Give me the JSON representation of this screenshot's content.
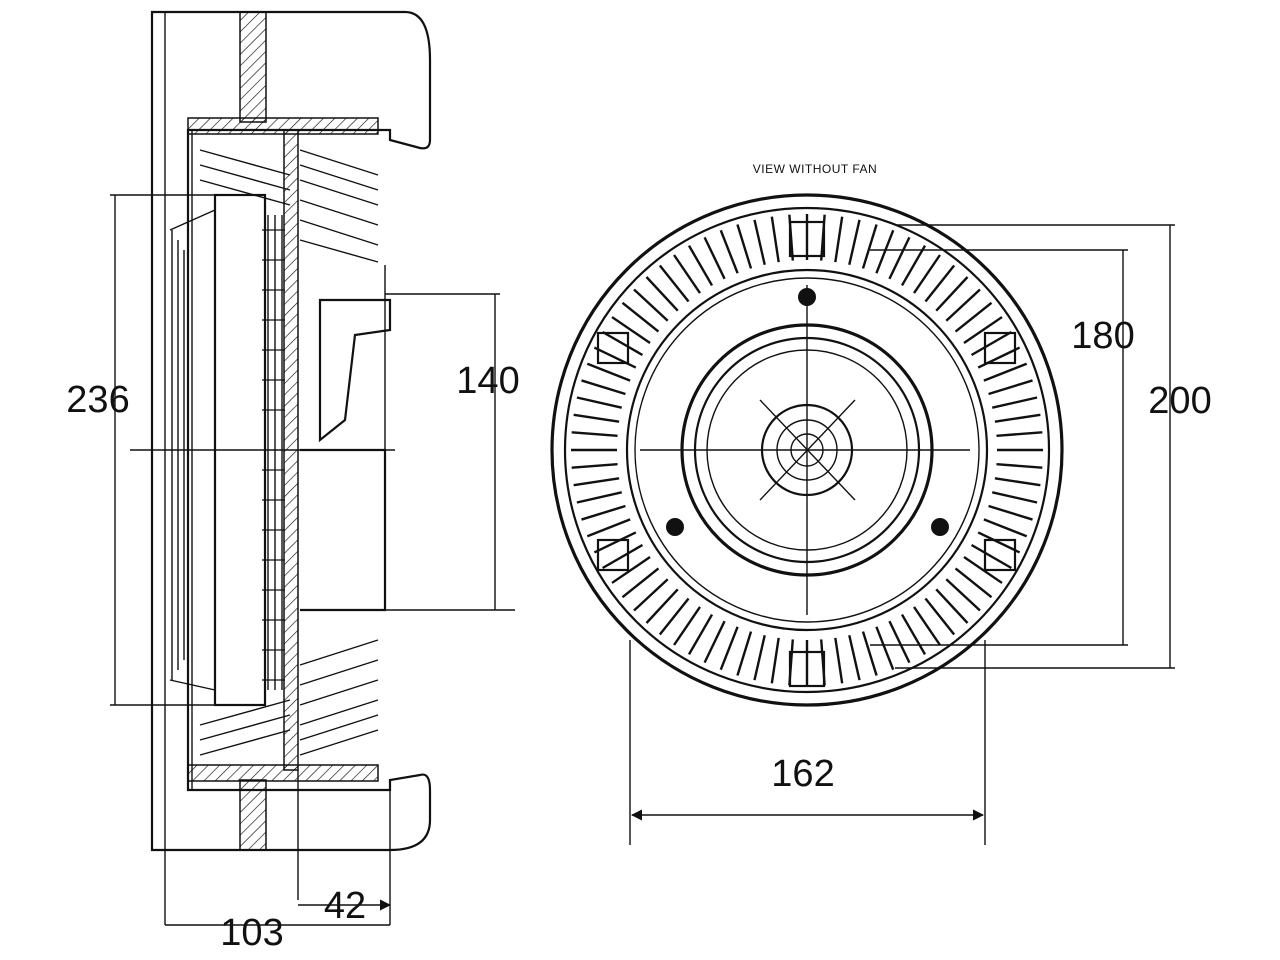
{
  "view_label": "VIEW WITHOUT FAN",
  "dimensions": {
    "overall_diameter": "236",
    "hub_diameter": "140",
    "overall_depth": "103",
    "flange_depth": "42",
    "bolt_circle_outer": "200",
    "bolt_circle_inner": "180",
    "pilot_diameter": "162"
  },
  "colors": {
    "line": "#111111",
    "background": "#ffffff"
  }
}
